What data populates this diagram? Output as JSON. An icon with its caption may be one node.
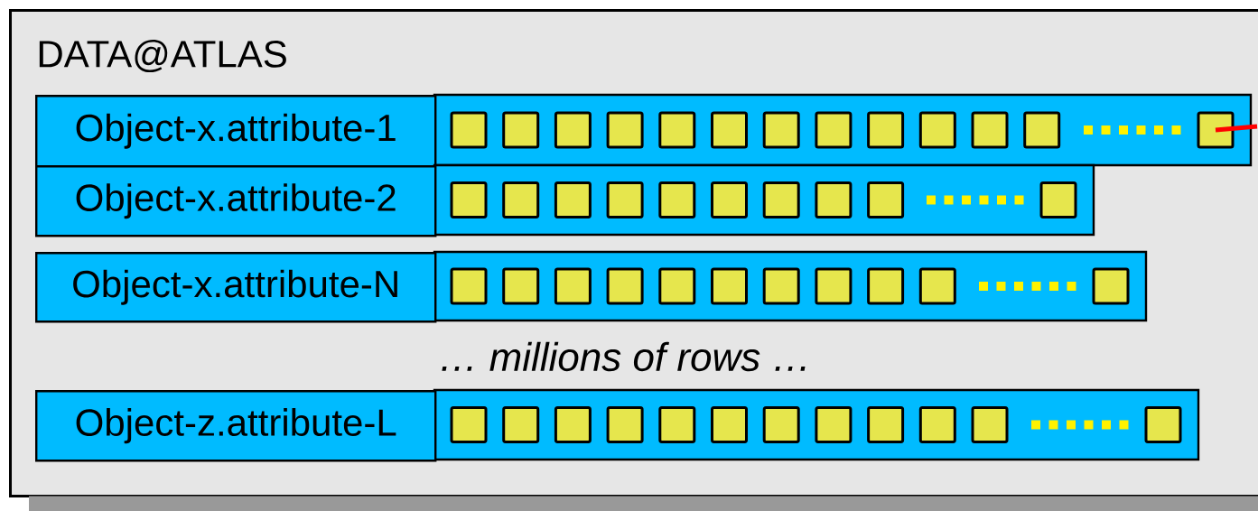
{
  "diagram": {
    "nodes": [
      {
        "text": [
          "DATA@ATLAS"
        ]
      },
      {
        "text": [
          "Object-x.attribute-1"
        ],
        "in": 0
      },
      {
        "text": [
          "Object-x.attribute-2"
        ],
        "in": 0
      },
      {
        "text": [
          "Object-x.attribute-N"
        ],
        "in": 0
      },
      {
        "text": [
          "Object-z.attribute-L"
        ],
        "in": 0
      },
      {
        "text": [],
        "shape": "box",
        "in": 0
      }
    ],
    "edges": [
      {
        "from": null,
        "to": 5,
        "arrow": "none",
        "color": "#ff0000"
      }
    ],
    "labels": [
      "… millions of rows …"
    ]
  }
}
